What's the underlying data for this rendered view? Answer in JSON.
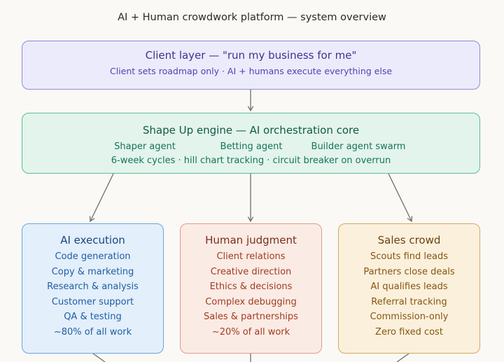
{
  "title": "AI + Human crowdwork platform — system overview",
  "client": {
    "heading": "Client layer — \"run my business for me\"",
    "subtitle": "Client sets roadmap only · AI + humans execute everything else"
  },
  "engine": {
    "heading": "Shape Up engine — AI orchestration core",
    "agents": [
      "Shaper agent",
      "Betting agent",
      "Builder agent swarm"
    ],
    "subtitle": "6-week cycles · hill chart tracking · circuit breaker on overrun"
  },
  "columns": [
    {
      "heading": "AI execution",
      "items": [
        "Code generation",
        "Copy & marketing",
        "Research & analysis",
        "Customer support",
        "QA & testing",
        "~80% of all work"
      ]
    },
    {
      "heading": "Human judgment",
      "items": [
        "Client relations",
        "Creative direction",
        "Ethics & decisions",
        "Complex debugging",
        "Sales & partnerships",
        "~20% of all work"
      ]
    },
    {
      "heading": "Sales crowd",
      "items": [
        "Scouts find leads",
        "Partners close deals",
        "AI qualifies leads",
        "Referral tracking",
        "Commission-only",
        "Zero fixed cost"
      ]
    }
  ]
}
